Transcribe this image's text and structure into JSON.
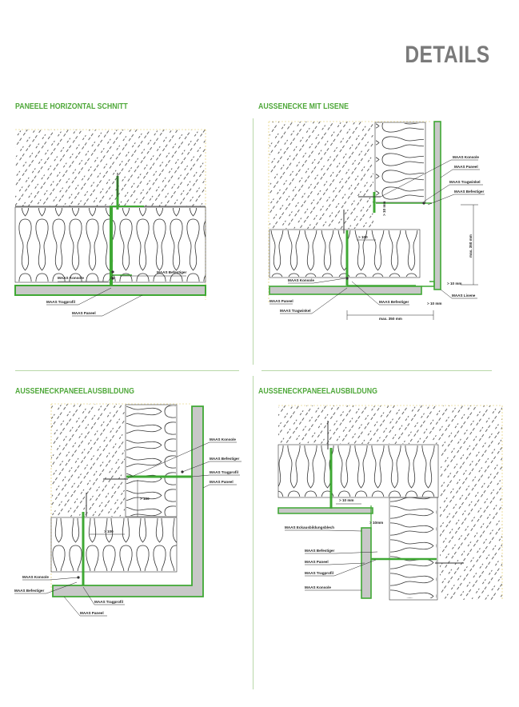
{
  "page": {
    "title": "DETAILS"
  },
  "colors": {
    "accent": "#4fa83a",
    "panel_fill": "#c8c8c8",
    "profile_green": "#3fa834",
    "title_grey": "#7a7a7a"
  },
  "sections": [
    {
      "title": "PANEELE HORIZONTAL SCHNITT",
      "labels": {
        "konsole": "MAAS Konsole",
        "befestiger": "MAAS Befestiger",
        "tragprofil": "MAAS Tragprofil",
        "paneel": "MAAS Paneel"
      }
    },
    {
      "title": "AUSSENECKE MIT LISENE",
      "labels": {
        "konsole_top": "MAAS Konsole",
        "paneel_top": "MAAS Paneel",
        "tragwinkel_top": "MAAS Tragwinkel",
        "befestiger_top": "MAAS Befestiger",
        "konsole": "MAAS Konsole",
        "paneel": "MAAS Paneel",
        "tragwinkel": "MAAS Tragwinkel",
        "befestiger": "MAAS Befestiger",
        "lisene": "MAAS Lisene",
        "dim_max_v": "max. 350 mm",
        "dim_max_h": "max. 350 mm",
        "dim_100": "> 100",
        "dim_10": "> 10 mm",
        "dim_10b": "> 10 mm",
        "dim_10c": "> 10 mm"
      }
    },
    {
      "title": "AUSSENECKPANEELAUSBILDUNG",
      "labels": {
        "konsole_r": "MAAS Konsole",
        "befestiger_r": "MAAS Befestiger",
        "tragprofil_r": "MAAS Tragprofil",
        "paneel_r": "MAAS Paneel",
        "dim_100a": "> 100",
        "dim_100b": "> 100",
        "konsole_l": "MAAS Konsole",
        "befestiger_l": "MAAS Befestiger",
        "tragprofil_l": "MAAS Tragprofil",
        "paneel_l": "MAAS Paneel"
      }
    },
    {
      "title": "AUSSENECKPANEELAUSBILDUNG",
      "labels": {
        "dim_10": "> 10 mm",
        "dim_10b": "> 10mm",
        "eckausbildungsblech": "MAAS Eckausbildungsblech",
        "befestiger": "MAAS Befestiger",
        "paneel": "MAAS Paneel",
        "tragprofil": "MAAS Tragprofil",
        "konsole": "MAAS Konsole"
      }
    }
  ]
}
